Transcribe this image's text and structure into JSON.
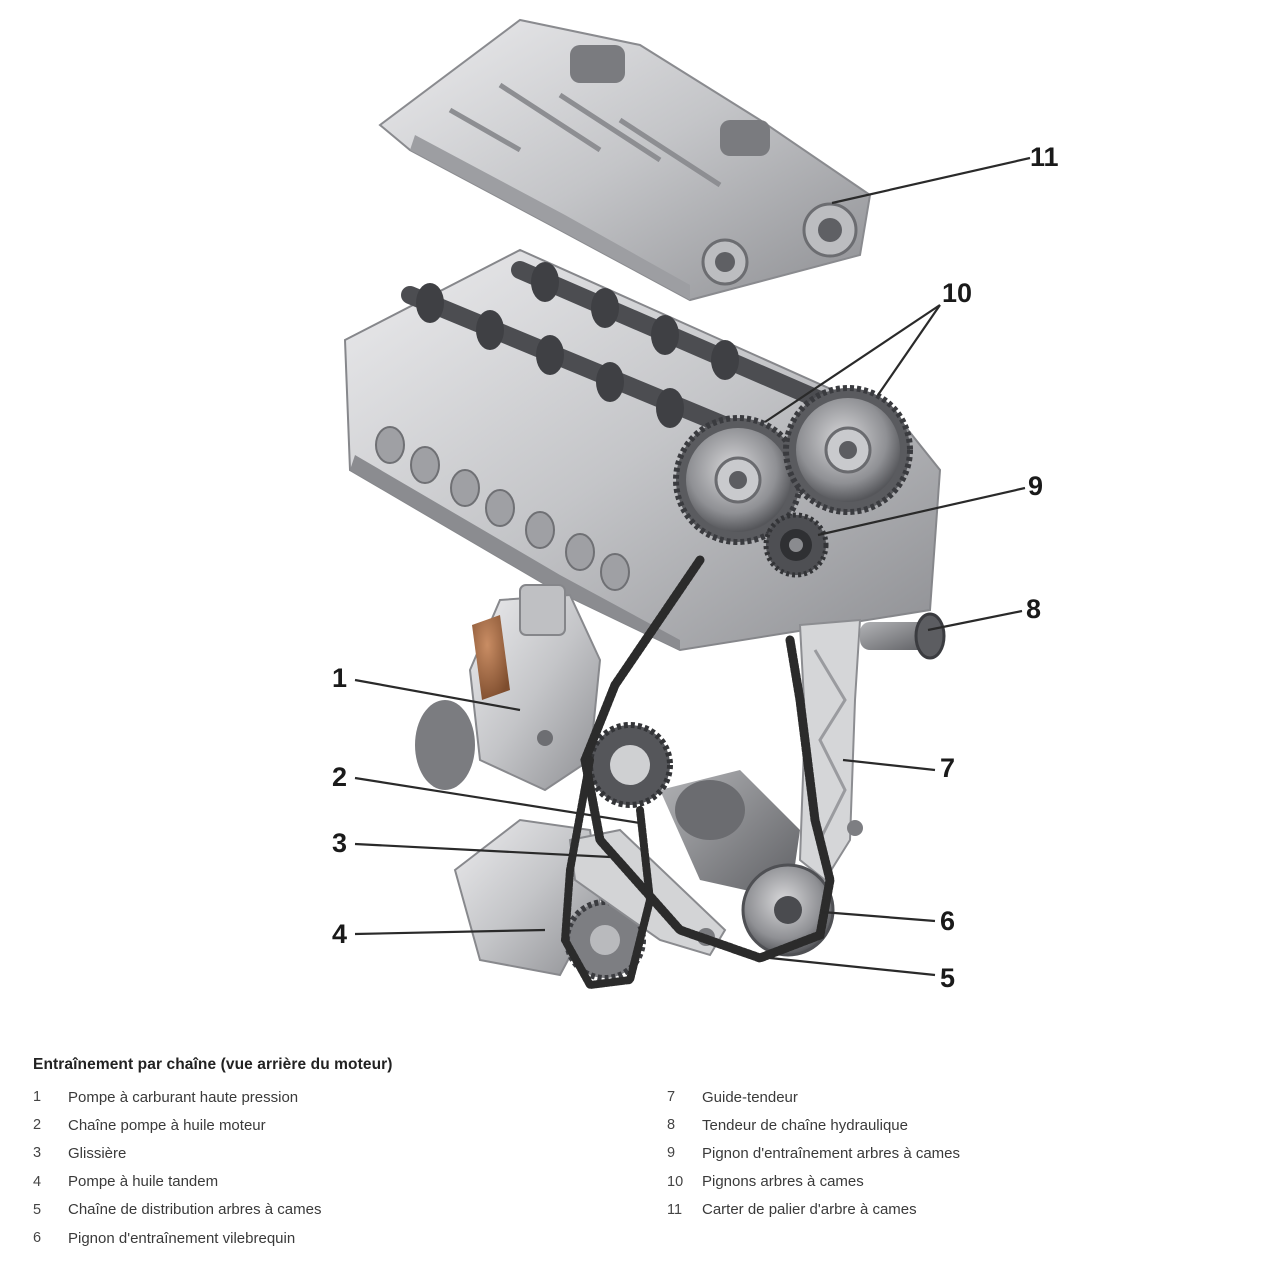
{
  "legend": {
    "title": "Entraînement par chaîne (vue arrière du moteur)",
    "items": [
      {
        "num": "1",
        "label": "Pompe à carburant haute pression"
      },
      {
        "num": "2",
        "label": "Chaîne pompe à huile moteur"
      },
      {
        "num": "3",
        "label": "Glissière"
      },
      {
        "num": "4",
        "label": "Pompe à huile tandem"
      },
      {
        "num": "5",
        "label": "Chaîne de distribution arbres à cames"
      },
      {
        "num": "6",
        "label": "Pignon d'entraînement vilebrequin"
      },
      {
        "num": "7",
        "label": "Guide-tendeur"
      },
      {
        "num": "8",
        "label": "Tendeur de chaîne hydraulique"
      },
      {
        "num": "9",
        "label": "Pignon d'entraînement arbres à cames"
      },
      {
        "num": "10",
        "label": "Pignons arbres à cames"
      },
      {
        "num": "11",
        "label": "Carter de palier d'arbre à cames"
      }
    ]
  },
  "callouts": [
    "1",
    "2",
    "3",
    "4",
    "5",
    "6",
    "7",
    "8",
    "9",
    "10",
    "11"
  ],
  "colors": {
    "metal_light": "#d9d9db",
    "metal_mid": "#a9aaad",
    "metal_dark": "#6d6e72",
    "chain": "#2b2b2b",
    "pump_cap": "#a8704a"
  }
}
